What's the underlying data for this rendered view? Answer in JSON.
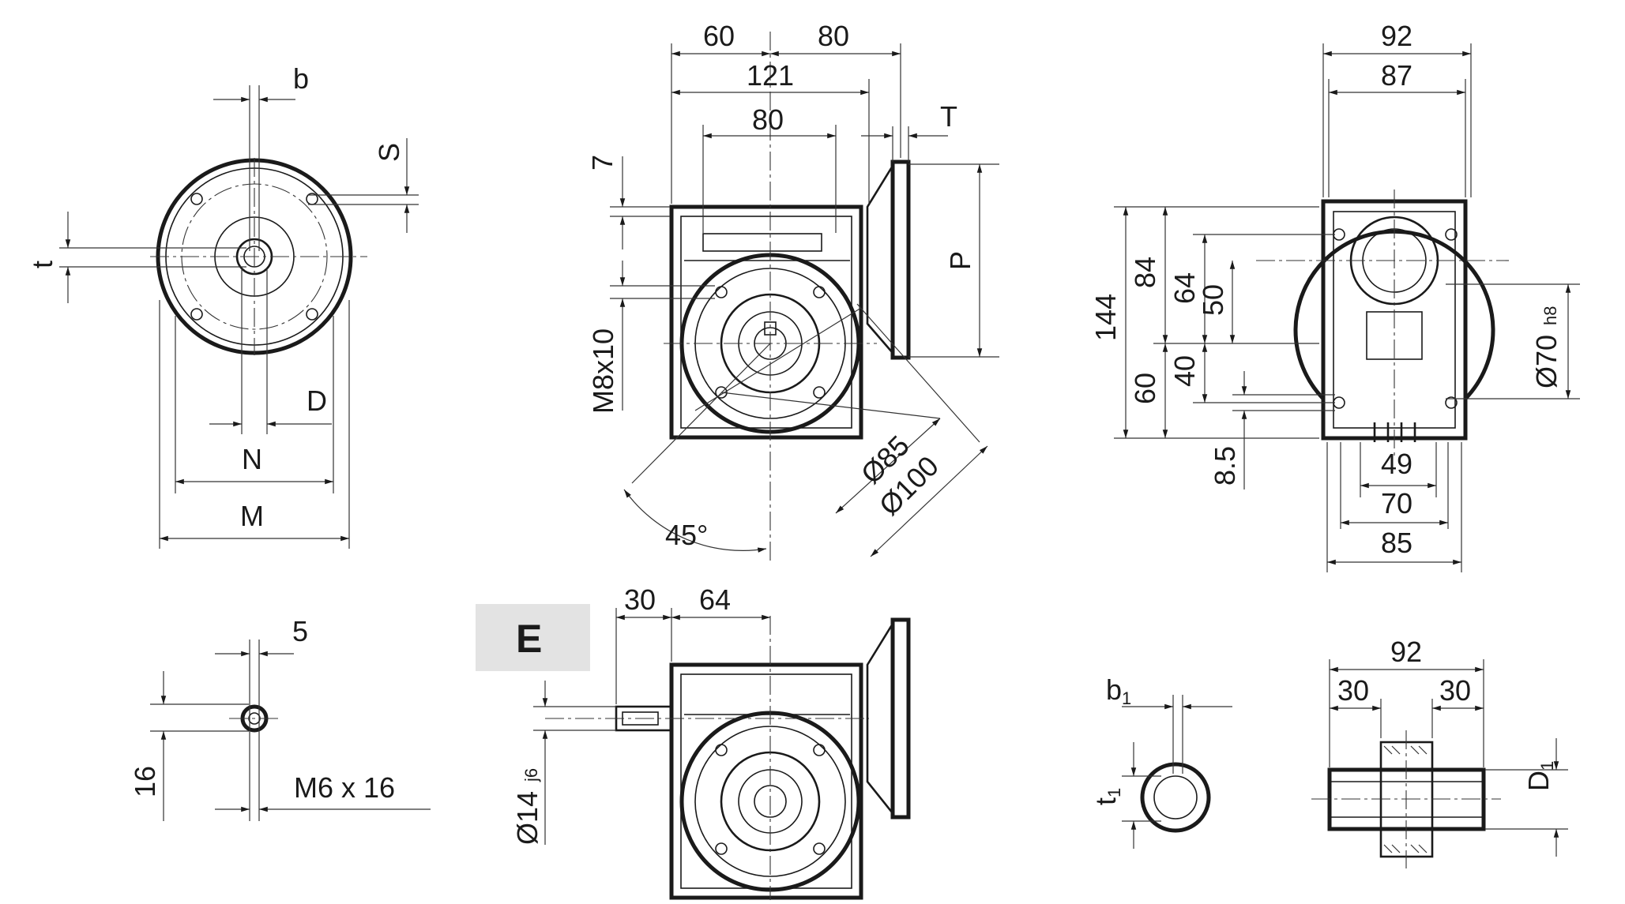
{
  "view_label": "E",
  "dimensions": {
    "flange_view": {
      "b": "b",
      "S": "S",
      "t": "t",
      "D": "D",
      "N": "N",
      "M": "M"
    },
    "shaft_end": {
      "key": "5",
      "height": "16",
      "thread": "M6 x 16"
    },
    "front_view": {
      "top_left": "60",
      "top_right": "80",
      "overall": "121",
      "bolt_spacing": "80",
      "T": "T",
      "P": "P",
      "vertical_small": "7",
      "thread": "M8x10",
      "angle": "45°",
      "dia_85": "Ø85",
      "dia_100": "Ø100"
    },
    "input_shaft_view": {
      "shaft_len": "30",
      "offset": "64",
      "shaft_dia": "Ø14",
      "shaft_tol": "j6"
    },
    "side_view": {
      "width_92": "92",
      "width_87": "87",
      "h_144": "144",
      "h_84": "84",
      "h_64": "64",
      "h_50": "50",
      "h_60": "60",
      "h_40": "40",
      "h_8_5": "8.5",
      "w_49": "49",
      "w_70": "70",
      "w_85": "85",
      "dia_70": "Ø70",
      "dia_70_tol": "h8"
    },
    "hollow_shaft": {
      "b1": "b",
      "b1_sub": "1",
      "t1": "t",
      "t1_sub": "1"
    },
    "output_shaft": {
      "overall": "92",
      "left": "30",
      "right": "30",
      "D1": "D",
      "D1_sub": "1"
    }
  }
}
